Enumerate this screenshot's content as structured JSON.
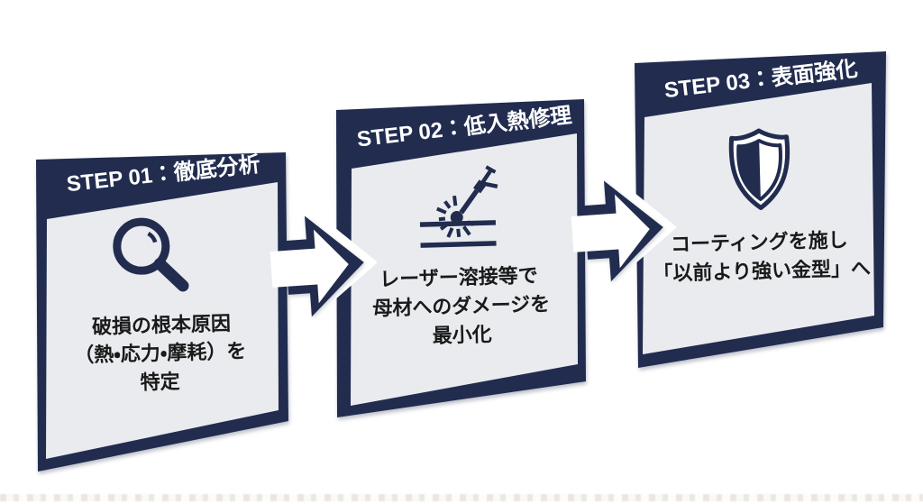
{
  "steps": [
    {
      "step_label": "STEP 01：徹底分析",
      "icon": "magnifier-icon",
      "body_lines": [
        "破損の根本原因",
        "（熱・応力・摩耗）を",
        "特定"
      ]
    },
    {
      "step_label": "STEP 02：低入熱修理",
      "icon": "welding-torch-icon",
      "body_lines": [
        "レーザー溶接等で",
        "母材へのダメージを",
        "最小化"
      ]
    },
    {
      "step_label": "STEP 03：表面強化",
      "icon": "shield-icon",
      "body_lines": [
        "コーティングを施し",
        "「以前より強い金型」へ"
      ]
    }
  ],
  "colors": {
    "navy": "#212c4f",
    "panel": "#e9ebee",
    "body_text": "#1a1a1a",
    "header_text": "#ffffff",
    "background": "#ffffff"
  }
}
